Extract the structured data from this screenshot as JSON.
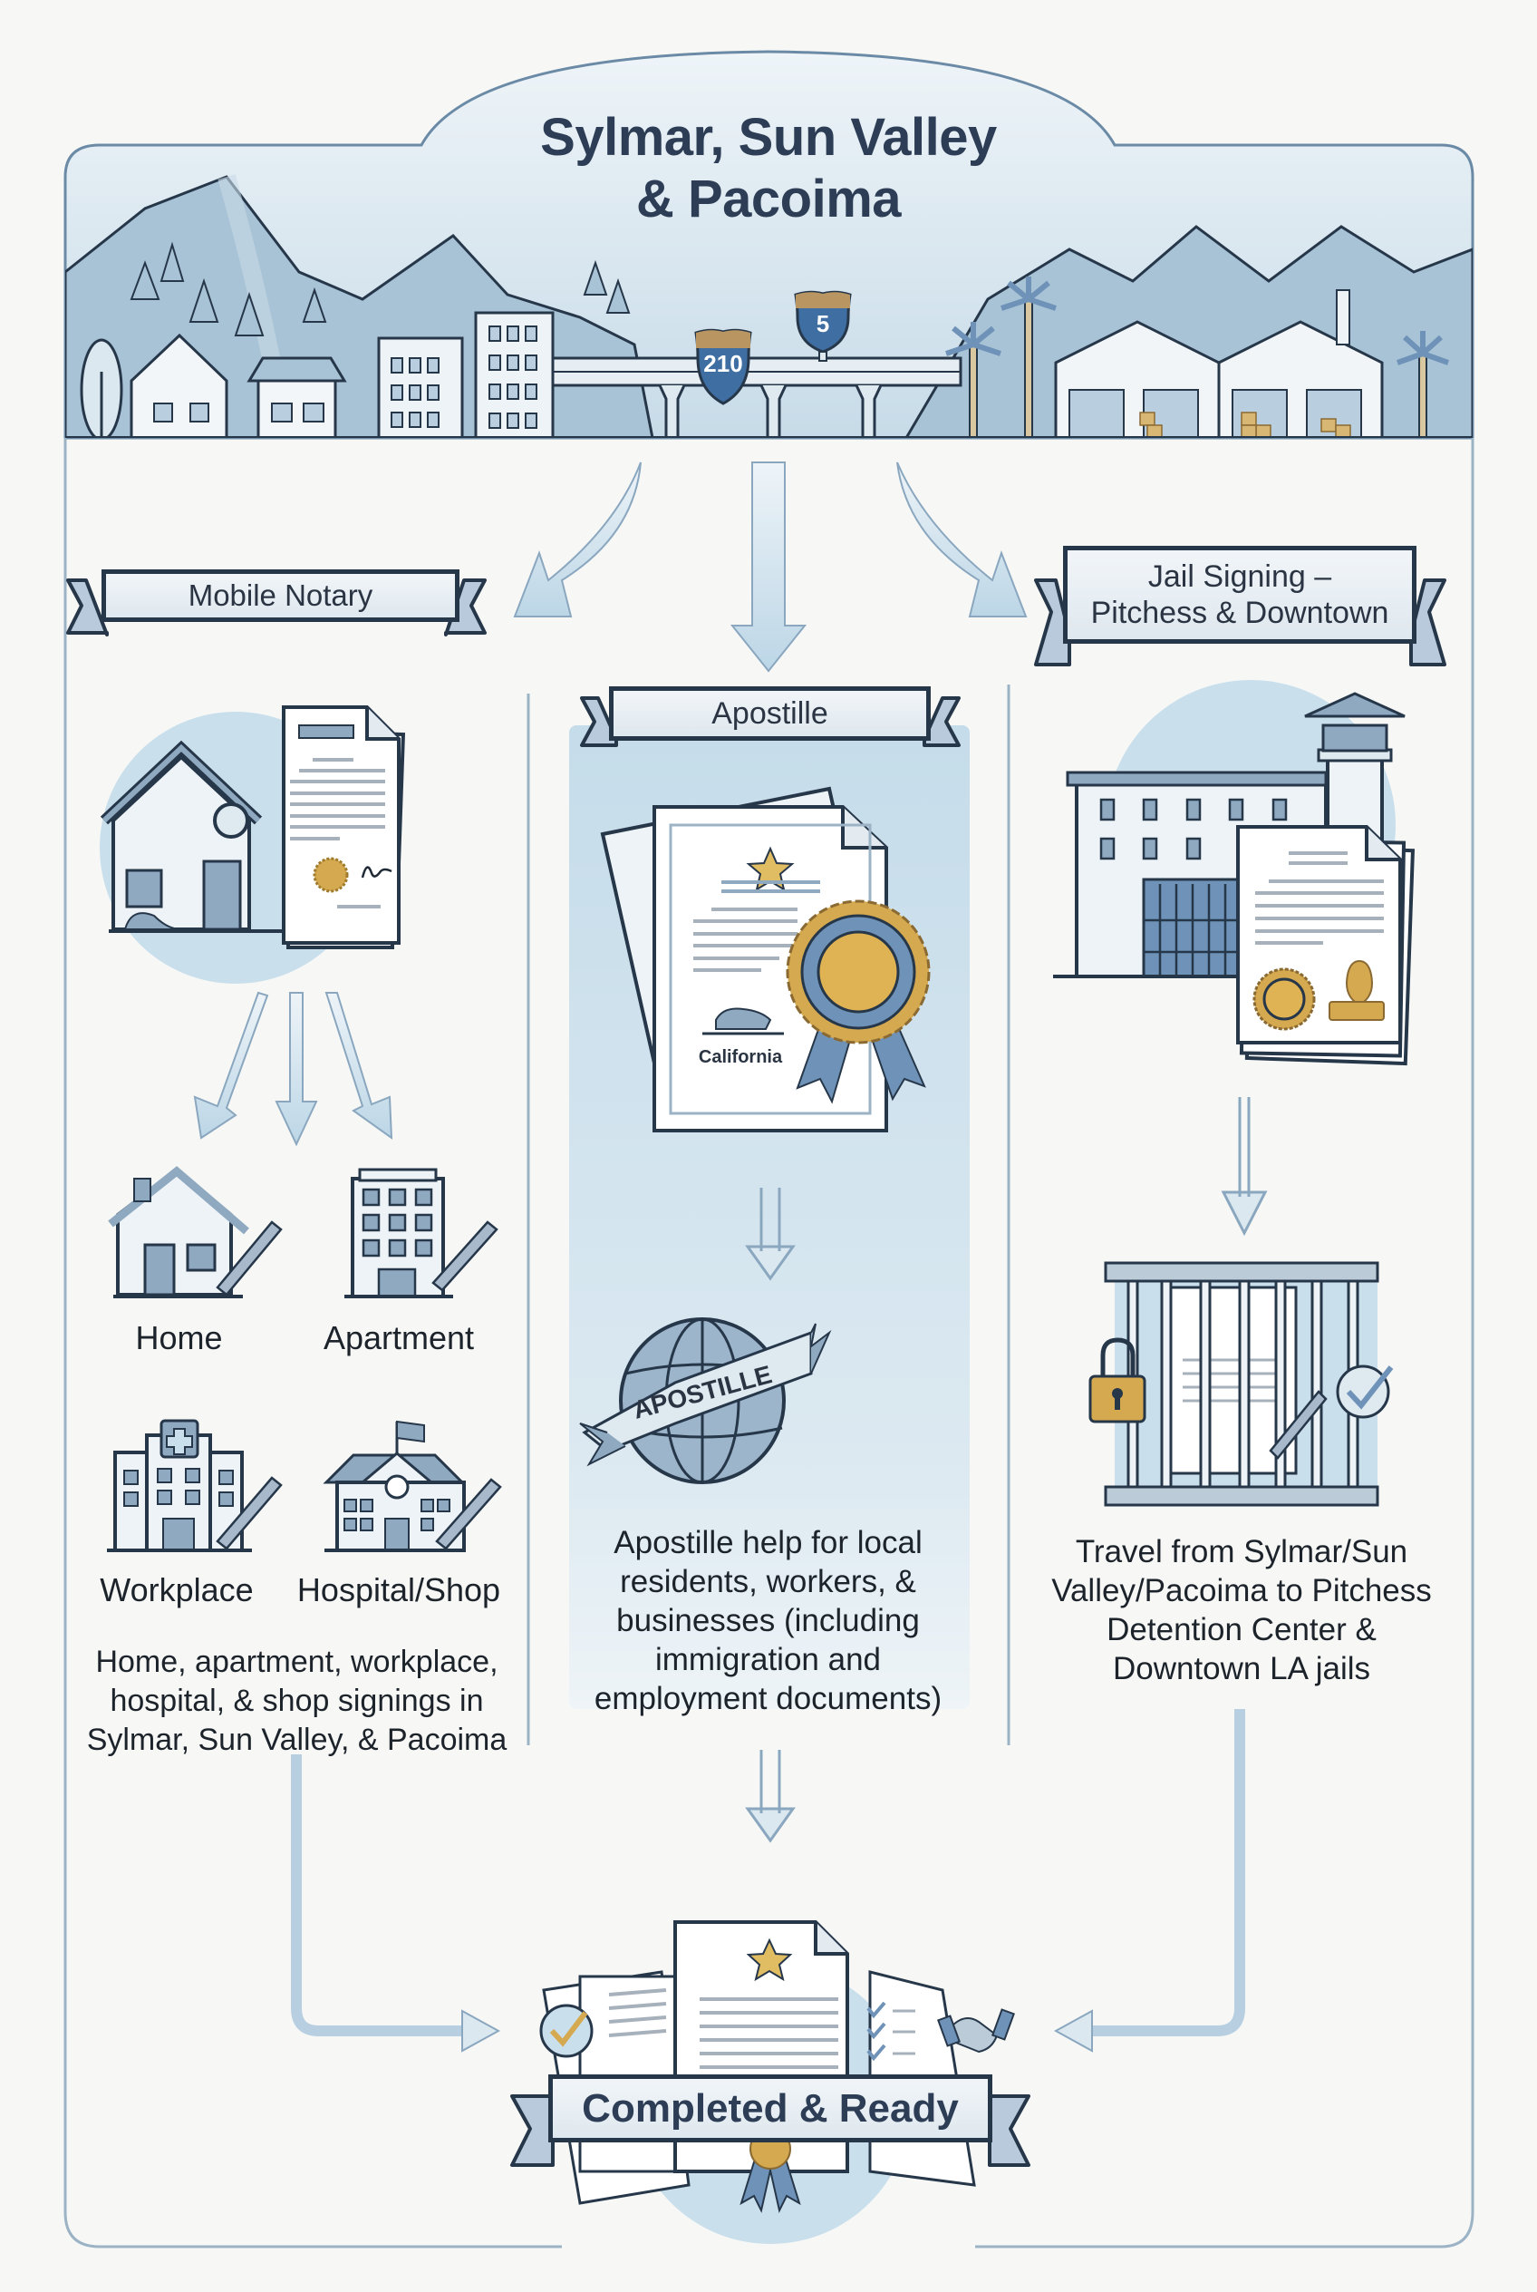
{
  "header": {
    "title_line1": "Sylmar, Sun Valley",
    "title_line2": "& Pacoima",
    "highway_signs": [
      {
        "label": "210",
        "icon": "interstate-shield-icon"
      },
      {
        "label": "5",
        "icon": "interstate-shield-icon"
      }
    ],
    "scene_icons": [
      "mountain-icon",
      "pine-tree-icon",
      "house-icon",
      "apartment-building-icon",
      "freeway-overpass-icon",
      "palm-tree-icon",
      "warehouse-icon",
      "box-icon"
    ]
  },
  "columns": [
    {
      "id": "mobile-notary",
      "ribbon_label": "Mobile Notary",
      "hero_icons": [
        "house-icon",
        "document-icon",
        "seal-icon",
        "signature-icon"
      ],
      "locations": [
        {
          "label": "Home",
          "icon": "house-pen-icon"
        },
        {
          "label": "Apartment",
          "icon": "apartment-pen-icon"
        },
        {
          "label": "Workplace",
          "icon": "hospital-building-pen-icon"
        },
        {
          "label": "Hospital/Shop",
          "icon": "school-building-pen-icon"
        }
      ],
      "description_lines": [
        "Home, apartment, workplace,",
        "hospital, & shop signings in",
        "Sylmar, Sun Valley, & Pacoima"
      ]
    },
    {
      "id": "apostille",
      "ribbon_label": "Apostille",
      "certificate_text": "California",
      "globe_banner": "APOSTILLE",
      "hero_icons": [
        "certificate-icon",
        "gold-seal-ribbon-icon",
        "california-bear-icon",
        "star-icon",
        "globe-icon"
      ],
      "description_lines": [
        "Apostille help for local",
        "residents, workers, &",
        "businesses (including",
        "immigration and",
        "employment documents)"
      ]
    },
    {
      "id": "jail-signing",
      "ribbon_label_line1": "Jail Signing –",
      "ribbon_label_line2": "Pitchess & Downtown",
      "hero_icons": [
        "jail-building-icon",
        "guard-tower-icon",
        "document-icon",
        "seal-icon",
        "stamp-icon"
      ],
      "secondary_icons": [
        "jail-bars-icon",
        "padlock-icon",
        "pen-icon",
        "checkmark-circle-icon"
      ],
      "description_lines": [
        "Travel from Sylmar/Sun",
        "Valley/Pacoima to Pitchess",
        "Detention Center &",
        "Downtown LA jails"
      ]
    }
  ],
  "footer": {
    "ribbon_label": "Completed & Ready",
    "icons": [
      "document-stack-icon",
      "star-icon",
      "checkmark-circle-icon",
      "checklist-icon",
      "handshake-icon",
      "award-ribbon-icon"
    ]
  },
  "colors": {
    "background": "#f7f8f6",
    "outline": "#27374a",
    "sky": "#dbe8f0",
    "accent_blue": "#6f93b8",
    "light_blue": "#c9dfec",
    "gold": "#d4a94f",
    "title_text": "#2c3d55"
  }
}
